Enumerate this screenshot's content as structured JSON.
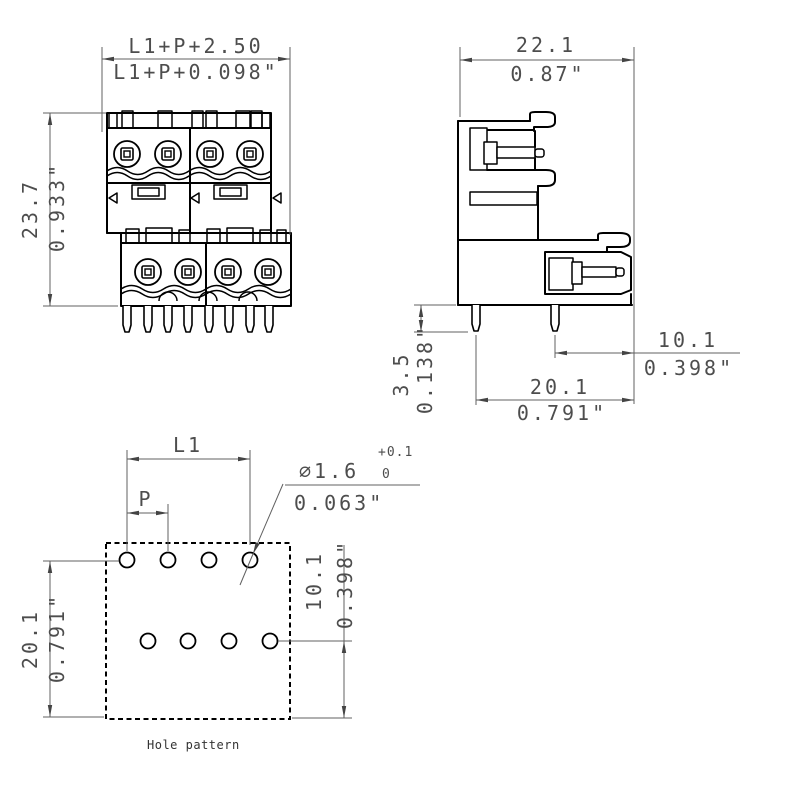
{
  "drawing": {
    "front": {
      "width_mm": "L1+P+2.50",
      "width_in": "L1+P+0.098\"",
      "height_mm": "23.7",
      "height_in": "0.933\""
    },
    "side": {
      "width_mm": "22.1",
      "width_in": "0.87\"",
      "pin_mm": "3.5",
      "pin_in": "0.138\"",
      "depth_mm": "20.1",
      "depth_in": "0.791\"",
      "offset_mm": "10.1",
      "offset_in": "0.398\""
    },
    "holes": {
      "l1": "L1",
      "p": "P",
      "dia": "∅1.6",
      "tol_plus": "+0.1",
      "tol_zero": "0",
      "dia_in": "0.063\"",
      "height_mm": "20.1",
      "height_in": "0.791\"",
      "offset_mm": "10.1",
      "offset_in": "0.398\"",
      "caption": "Hole pattern"
    },
    "colors": {
      "background": "#ffffff",
      "outline": "#000000",
      "dimension": "#606060",
      "text": "#4d4d4d"
    }
  }
}
